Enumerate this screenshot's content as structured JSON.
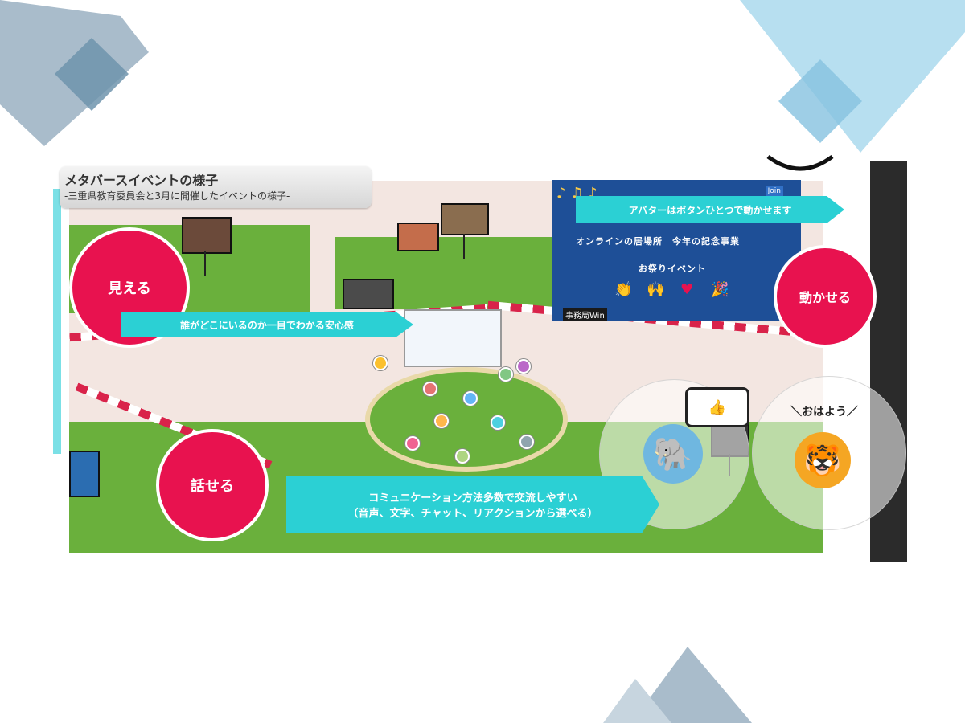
{
  "title": {
    "main": "メタバースイベントの様子",
    "sub": "-三重県教育委員会と3月に開催したイベントの様子-"
  },
  "features": {
    "see": "見える",
    "talk": "話せる",
    "move": "動かせる"
  },
  "banners": {
    "location": "誰がどこにいるのか一目でわかる安心感",
    "avatar": "アバターはボタンひとつで動かせます",
    "communication_line1": "コミュニケーション方法多数で交流しやすい",
    "communication_line2": "（音声、文字、チャット、リアクションから選べる）"
  },
  "panel": {
    "line1": "オンラインの居場所　今年の記念事業",
    "line2": "お祭りイベント",
    "join_label": "Join",
    "office_label": "事務局Win"
  },
  "greeting": "＼おはよう／",
  "reactions": [
    "clap-icon",
    "hands-icon",
    "heart-icon",
    "party-popper-icon"
  ],
  "colors": {
    "accent_pink": "#e8124f",
    "accent_cyan": "#2bd0d4",
    "panel_blue": "#1e4f97",
    "grass": "#6ab03c"
  }
}
